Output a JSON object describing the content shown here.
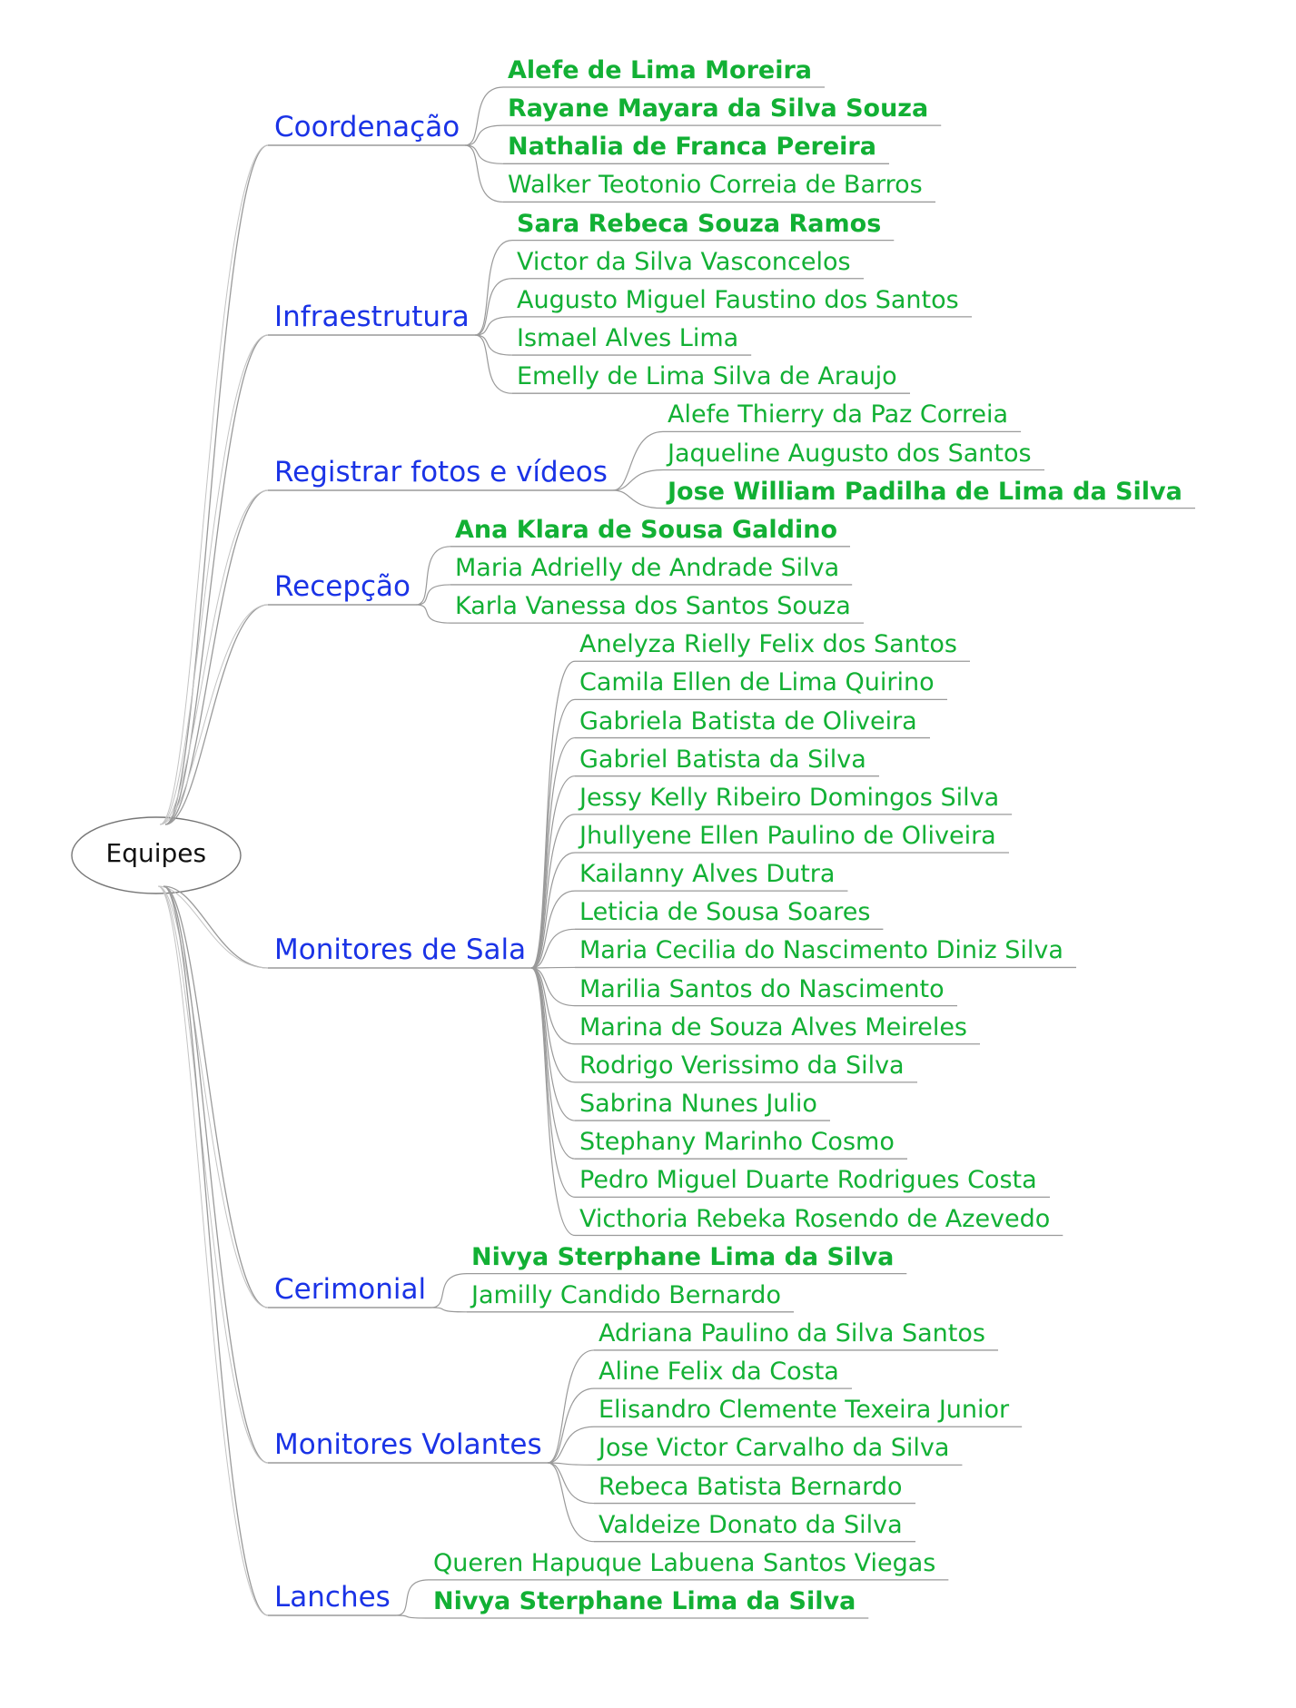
{
  "colors": {
    "root_text": "#111111",
    "branch_text": "#1a33e6",
    "leaf_text": "#12b034",
    "connector": "#9a9a9a"
  },
  "root": {
    "label": "Equipes"
  },
  "branches": [
    {
      "label": "Coordenação",
      "members": [
        {
          "name": "Alefe de Lima Moreira",
          "bold": true
        },
        {
          "name": "Rayane Mayara da Silva Souza",
          "bold": true
        },
        {
          "name": "Nathalia de Franca Pereira",
          "bold": true
        },
        {
          "name": "Walker Teotonio Correia de Barros",
          "bold": false
        }
      ]
    },
    {
      "label": "Infraestrutura",
      "members": [
        {
          "name": "Sara Rebeca Souza Ramos",
          "bold": true
        },
        {
          "name": "Victor da Silva Vasconcelos",
          "bold": false
        },
        {
          "name": "Augusto Miguel Faustino dos Santos",
          "bold": false
        },
        {
          "name": "Ismael Alves Lima",
          "bold": false
        },
        {
          "name": "Emelly de Lima Silva de Araujo",
          "bold": false
        }
      ]
    },
    {
      "label": "Registrar fotos e vídeos",
      "members": [
        {
          "name": "Alefe Thierry da Paz Correia",
          "bold": false
        },
        {
          "name": "Jaqueline Augusto dos Santos",
          "bold": false
        },
        {
          "name": "Jose William Padilha de Lima da Silva",
          "bold": true
        }
      ]
    },
    {
      "label": "Recepção",
      "members": [
        {
          "name": "Ana Klara de Sousa Galdino",
          "bold": true
        },
        {
          "name": "Maria Adrielly de Andrade Silva",
          "bold": false
        },
        {
          "name": "Karla Vanessa dos Santos Souza",
          "bold": false
        }
      ]
    },
    {
      "label": "Monitores de Sala",
      "members": [
        {
          "name": "Anelyza Rielly Felix dos Santos",
          "bold": false
        },
        {
          "name": "Camila Ellen de Lima Quirino",
          "bold": false
        },
        {
          "name": "Gabriela Batista de Oliveira",
          "bold": false
        },
        {
          "name": "Gabriel Batista da Silva",
          "bold": false
        },
        {
          "name": "Jessy Kelly Ribeiro Domingos Silva",
          "bold": false
        },
        {
          "name": "Jhullyene Ellen Paulino de Oliveira",
          "bold": false
        },
        {
          "name": "Kailanny Alves Dutra",
          "bold": false
        },
        {
          "name": "Leticia de Sousa Soares",
          "bold": false
        },
        {
          "name": "Maria Cecilia do Nascimento Diniz Silva",
          "bold": false
        },
        {
          "name": "Marilia Santos do Nascimento",
          "bold": false
        },
        {
          "name": "Marina de Souza Alves Meireles",
          "bold": false
        },
        {
          "name": "Rodrigo Verissimo da Silva",
          "bold": false
        },
        {
          "name": "Sabrina Nunes Julio",
          "bold": false
        },
        {
          "name": "Stephany Marinho Cosmo",
          "bold": false
        },
        {
          "name": "Pedro Miguel Duarte Rodrigues Costa",
          "bold": false
        },
        {
          "name": "Victhoria Rebeka Rosendo de Azevedo",
          "bold": false
        }
      ]
    },
    {
      "label": "Cerimonial",
      "members": [
        {
          "name": "Nivya Sterphane Lima da Silva",
          "bold": true
        },
        {
          "name": "Jamilly Candido Bernardo",
          "bold": false
        }
      ]
    },
    {
      "label": "Monitores Volantes",
      "members": [
        {
          "name": "Adriana Paulino da Silva Santos",
          "bold": false
        },
        {
          "name": "Aline Felix da Costa",
          "bold": false
        },
        {
          "name": "Elisandro Clemente Texeira Junior",
          "bold": false
        },
        {
          "name": "Jose Victor Carvalho da Silva",
          "bold": false
        },
        {
          "name": "Rebeca Batista Bernardo",
          "bold": false
        },
        {
          "name": "Valdeize Donato da Silva",
          "bold": false
        }
      ]
    },
    {
      "label": "Lanches",
      "members": [
        {
          "name": "Queren Hapuque Labuena Santos Viegas",
          "bold": false
        },
        {
          "name": "Nivya Sterphane Lima da Silva",
          "bold": true
        }
      ]
    }
  ]
}
